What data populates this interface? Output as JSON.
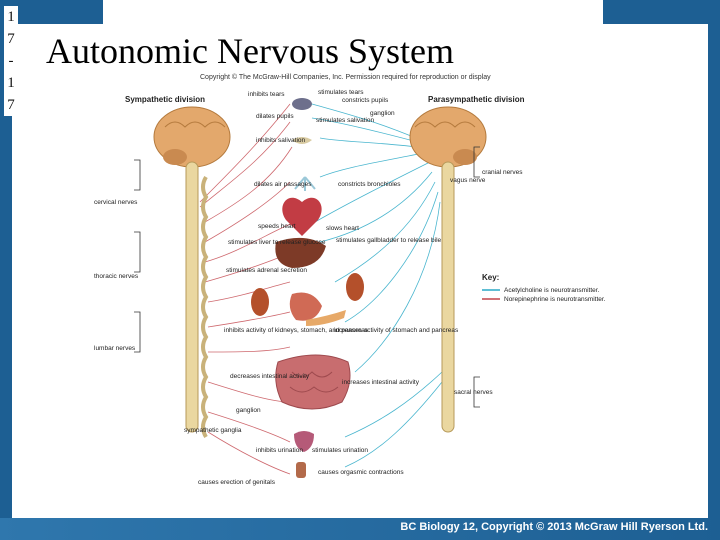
{
  "slide": {
    "number_lines": [
      "1",
      "7",
      "-",
      "1",
      "7"
    ],
    "title": "Autonomic Nervous System",
    "footer": "BC Biology 12, Copyright © 2013 McGraw Hill Ryerson Ltd."
  },
  "figure": {
    "copyright": "Copyright © The McGraw-Hill Companies, Inc. Permission required for reproduction or display",
    "sympathetic_title": "Sympathetic division",
    "parasympathetic_title": "Parasympathetic division",
    "left_nerves": [
      "cervical nerves",
      "thoracic nerves",
      "lumbar nerves"
    ],
    "sympathetic_ganglia": "sympathetic ganglia",
    "right_nerves": [
      "cranial nerves",
      "vagus nerve",
      "sacral nerves"
    ],
    "sympathetic_effects": [
      "inhibits tears",
      "dilates pupils",
      "inhibits salivation",
      "dilates air passages",
      "speeds heart",
      "stimulates liver to release glucose",
      "stimulates adrenal secretion",
      "inhibits activity of kidneys, stomach, and pancreas",
      "decreases intestinal activity",
      "ganglion",
      "inhibits urination",
      "causes erection of genitals"
    ],
    "parasympathetic_effects": [
      "stimulates tears",
      "constricts pupils",
      "ganglion",
      "stimulates salivation",
      "constricts bronchioles",
      "slows heart",
      "stimulates gallbladder to release bile",
      "increases activity of stomach and pancreas",
      "increases intestinal activity",
      "stimulates urination",
      "causes orgasmic contractions"
    ],
    "key": {
      "title": "Key:",
      "items": [
        "Acetylcholine is neurotransmitter.",
        "Norepinephrine is neurotransmitter."
      ]
    },
    "colors": {
      "acetylcholine": "#2aa9c6",
      "norepinephrine": "#c2434a"
    }
  }
}
